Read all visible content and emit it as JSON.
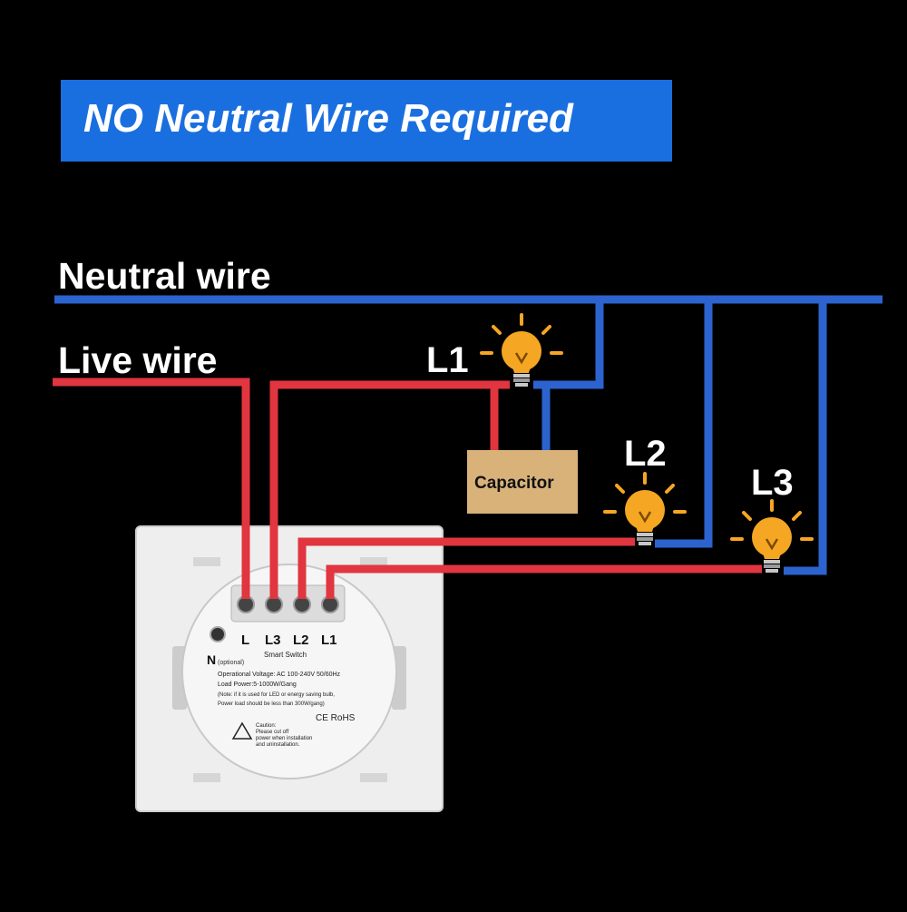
{
  "banner": {
    "text": "NO Neutral Wire Required"
  },
  "wires": {
    "neutral": "Neutral wire",
    "live": "Live wire"
  },
  "loads": [
    {
      "label": "L1"
    },
    {
      "label": "L2"
    },
    {
      "label": "L3"
    }
  ],
  "capacitor": {
    "label": "Capacitor"
  },
  "terminals": [
    "L",
    "L3",
    "L2",
    "L1"
  ],
  "device": {
    "n_label": "N",
    "n_optional": "(optional)",
    "name": "Smart Switch",
    "voltage": "Operational Voltage: AC 100-240V 50/60Hz",
    "load": "Load Power:5-1000W/Gang",
    "note1": "(Note: if it is used for LED or energy saving bulb,",
    "note2": "Power load should be less than 300W/gang)",
    "cert": "CE RoHS",
    "caution1": "Caution:",
    "caution2": "Please cut off",
    "caution3": "power when installation",
    "caution4": "and uninstallation."
  },
  "colors": {
    "background": "#000000",
    "banner": "#1a6fe0",
    "neutral": "#2c63cf",
    "live": "#e1353f",
    "bulb": "#f5a623",
    "capacitor": "#d9b27a",
    "plate": "#eeeeee"
  }
}
